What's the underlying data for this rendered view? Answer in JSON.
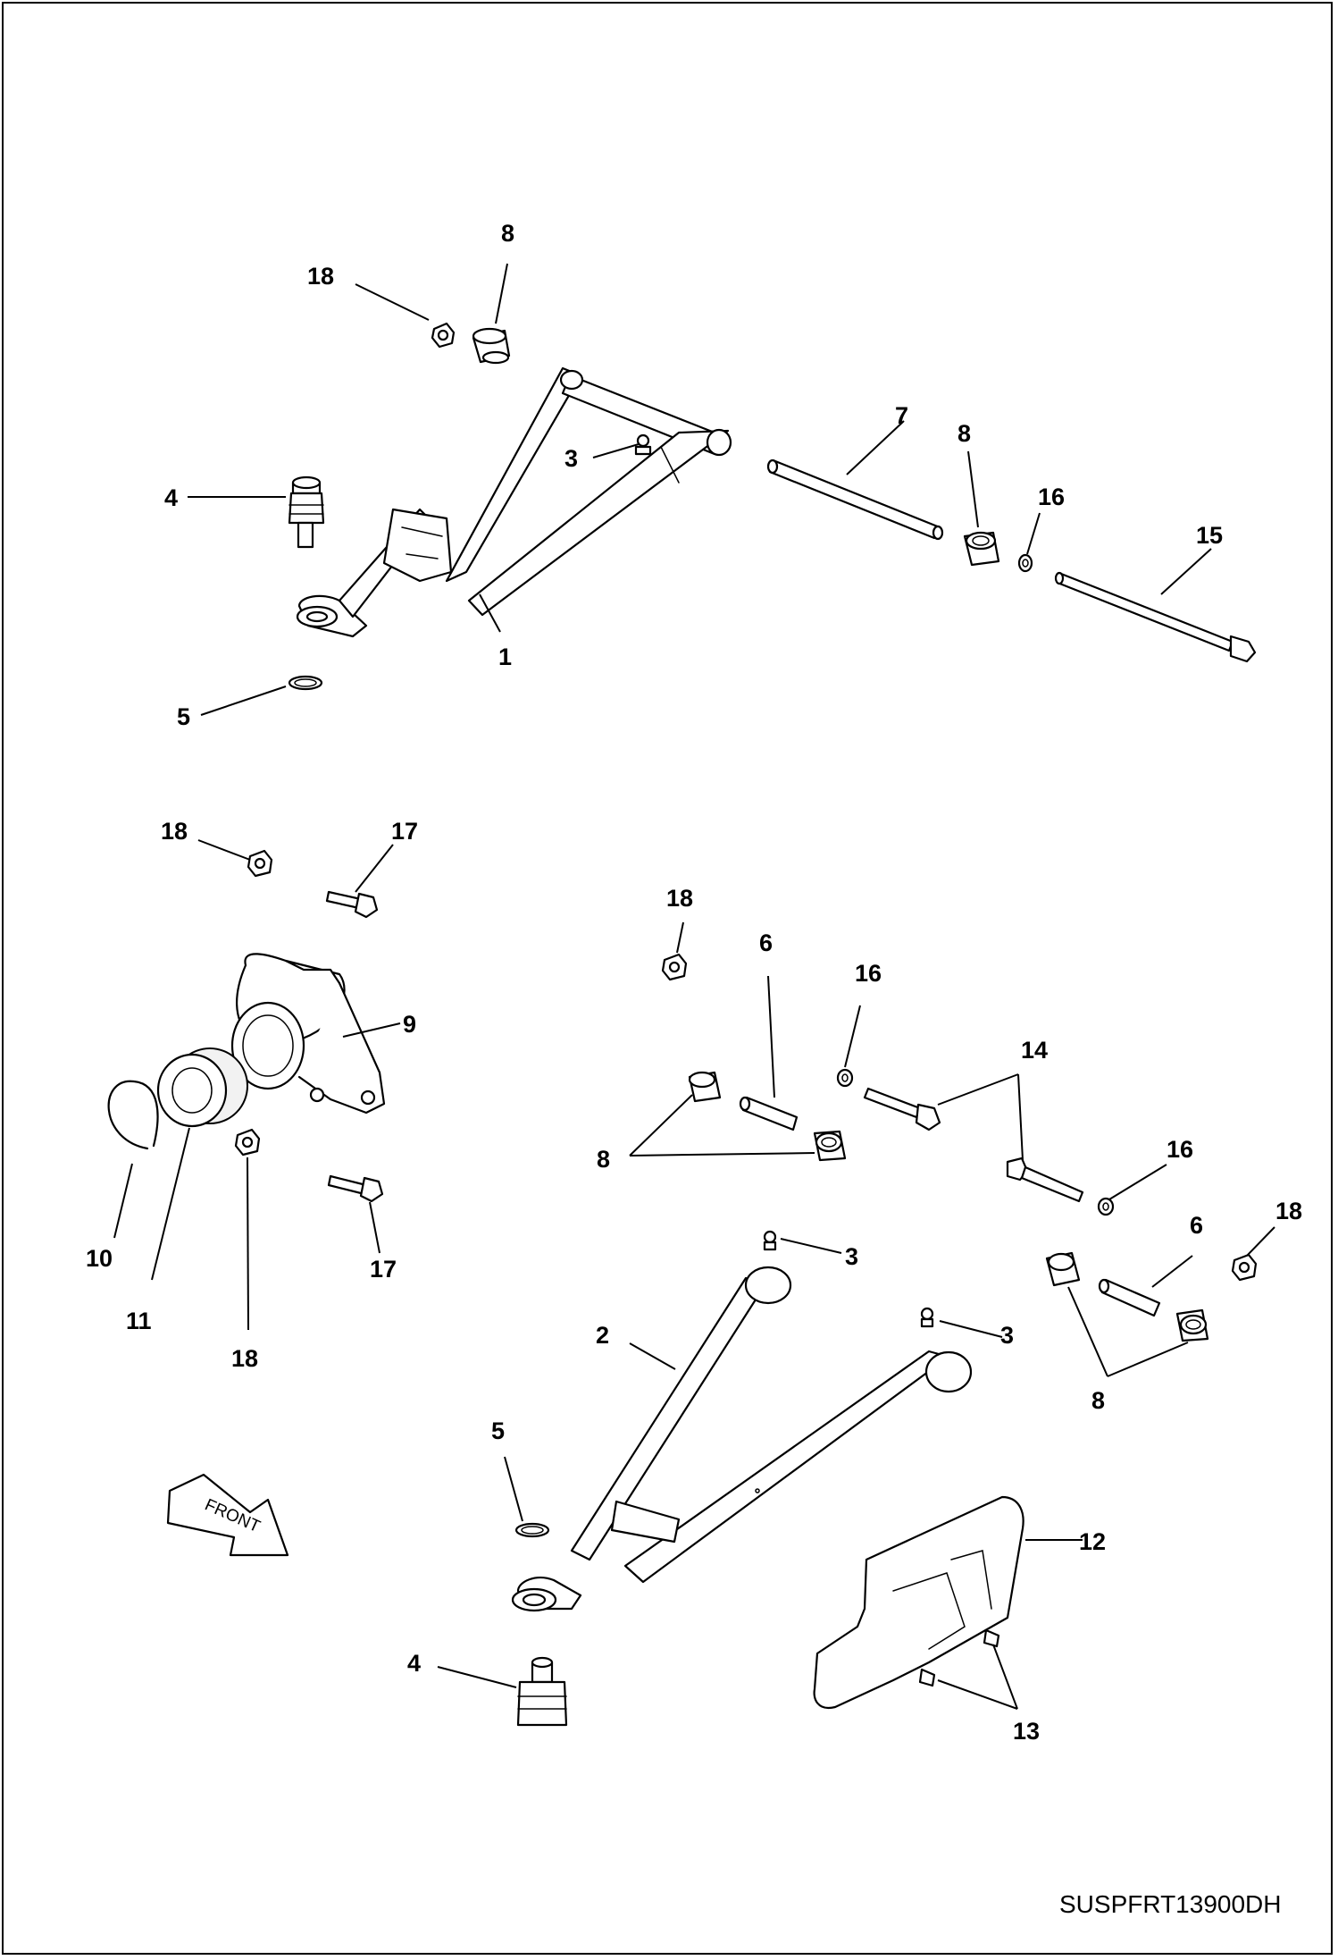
{
  "drawing_id": "SUSPFRT13900DH",
  "direction_label": "FRONT",
  "callouts": [
    {
      "id": "c-8a",
      "label": "8"
    },
    {
      "id": "c-18a",
      "label": "18"
    },
    {
      "id": "c-3a",
      "label": "3"
    },
    {
      "id": "c-4a",
      "label": "4"
    },
    {
      "id": "c-7",
      "label": "7"
    },
    {
      "id": "c-8b",
      "label": "8"
    },
    {
      "id": "c-16a",
      "label": "16"
    },
    {
      "id": "c-15",
      "label": "15"
    },
    {
      "id": "c-1",
      "label": "1"
    },
    {
      "id": "c-5a",
      "label": "5"
    },
    {
      "id": "c-18b",
      "label": "18"
    },
    {
      "id": "c-17a",
      "label": "17"
    },
    {
      "id": "c-18c",
      "label": "18"
    },
    {
      "id": "c-6a",
      "label": "6"
    },
    {
      "id": "c-16b",
      "label": "16"
    },
    {
      "id": "c-9",
      "label": "9"
    },
    {
      "id": "c-14",
      "label": "14"
    },
    {
      "id": "c-8c",
      "label": "8"
    },
    {
      "id": "c-16c",
      "label": "16"
    },
    {
      "id": "c-18d",
      "label": "18"
    },
    {
      "id": "c-6b",
      "label": "6"
    },
    {
      "id": "c-10",
      "label": "10"
    },
    {
      "id": "c-17b",
      "label": "17"
    },
    {
      "id": "c-3b",
      "label": "3"
    },
    {
      "id": "c-11",
      "label": "11"
    },
    {
      "id": "c-18e",
      "label": "18"
    },
    {
      "id": "c-2",
      "label": "2"
    },
    {
      "id": "c-3c",
      "label": "3"
    },
    {
      "id": "c-8d",
      "label": "8"
    },
    {
      "id": "c-5b",
      "label": "5"
    },
    {
      "id": "c-12",
      "label": "12"
    },
    {
      "id": "c-4b",
      "label": "4"
    },
    {
      "id": "c-13",
      "label": "13"
    }
  ]
}
